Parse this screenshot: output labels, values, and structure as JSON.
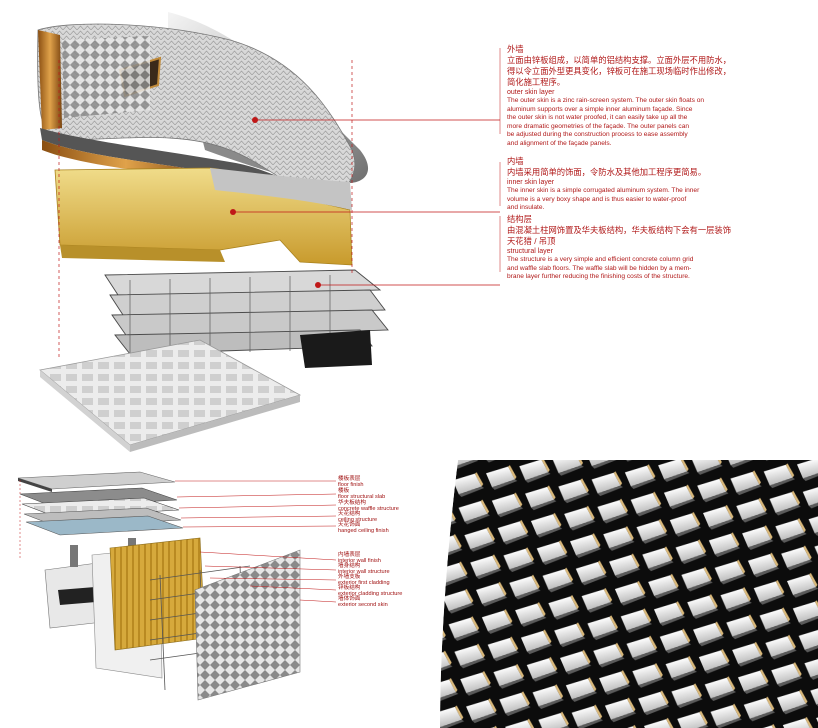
{
  "colors": {
    "accent": "#c01818",
    "gold": "#d9b54a",
    "steel": "#b9b9b9",
    "dark": "#1a1a1a"
  },
  "main_diagram": {
    "outer_skin": {
      "cn_title": "外墙",
      "cn_body": [
        "立面由锌板组成，以简单的铝结构支撑。立面外层不用防水，",
        "得以令立面外型更具变化，锌板可在施工现场临时作出修改，",
        "简化施工程序。"
      ],
      "en_title": "outer skin layer",
      "en_body": [
        "The outer skin is a zinc rain-screen system. The outer skin floats on",
        "aluminum supports over a simple inner aluminum façade. Since",
        "the outer skin is not water proofed, it can easily take up all the",
        "more dramatic geometries of the façade. The outer panels can",
        "be adjusted during the construction process to ease assembly",
        "and alignment of the façade panels."
      ]
    },
    "inner_skin": {
      "cn_title": "内墙",
      "cn_body": [
        "内墙采用简单的饰面，令防水及其他加工程序更简易。"
      ],
      "en_title": "inner skin layer",
      "en_body": [
        "The inner skin is a simple corrugated aluminum system. The inner",
        "volume is a very boxy shape and is thus easier to water-proof",
        "and insulate."
      ]
    },
    "structural": {
      "cn_title": "结构层",
      "cn_body": [
        "由混凝土柱网饰置及华夫板结构，华夫板结构下会有一层装饰",
        "天花猎 / 吊顶"
      ],
      "en_title": "structural layer",
      "en_body": [
        "The structure is a very simple and efficient concrete column grid",
        "and waffle slab floors. The waffle slab will be hidden by a mem-",
        "brane layer further reducing the finishing costs of the structure."
      ]
    }
  },
  "floor_diagram": {
    "labels": [
      {
        "cn": "楼板表层",
        "en": "floor finish"
      },
      {
        "cn": "楼板",
        "en": "floor structural slab"
      },
      {
        "cn": "华夫板结构",
        "en": "concrete waffle structure"
      },
      {
        "cn": "天花结构",
        "en": "ceiling structure"
      },
      {
        "cn": "天花饰面",
        "en": "hanged ceiling finish"
      }
    ]
  },
  "wall_diagram": {
    "labels": [
      {
        "cn": "内墙表层",
        "en": "interior wall finish"
      },
      {
        "cn": "墙身结构",
        "en": "interior wall structure"
      },
      {
        "cn": "外墙支板",
        "en": "exterior first cladding"
      },
      {
        "cn": "锌板结构",
        "en": "exterior cladding structure"
      },
      {
        "cn": "墙体饰面",
        "en": "exterior second skin"
      }
    ]
  }
}
